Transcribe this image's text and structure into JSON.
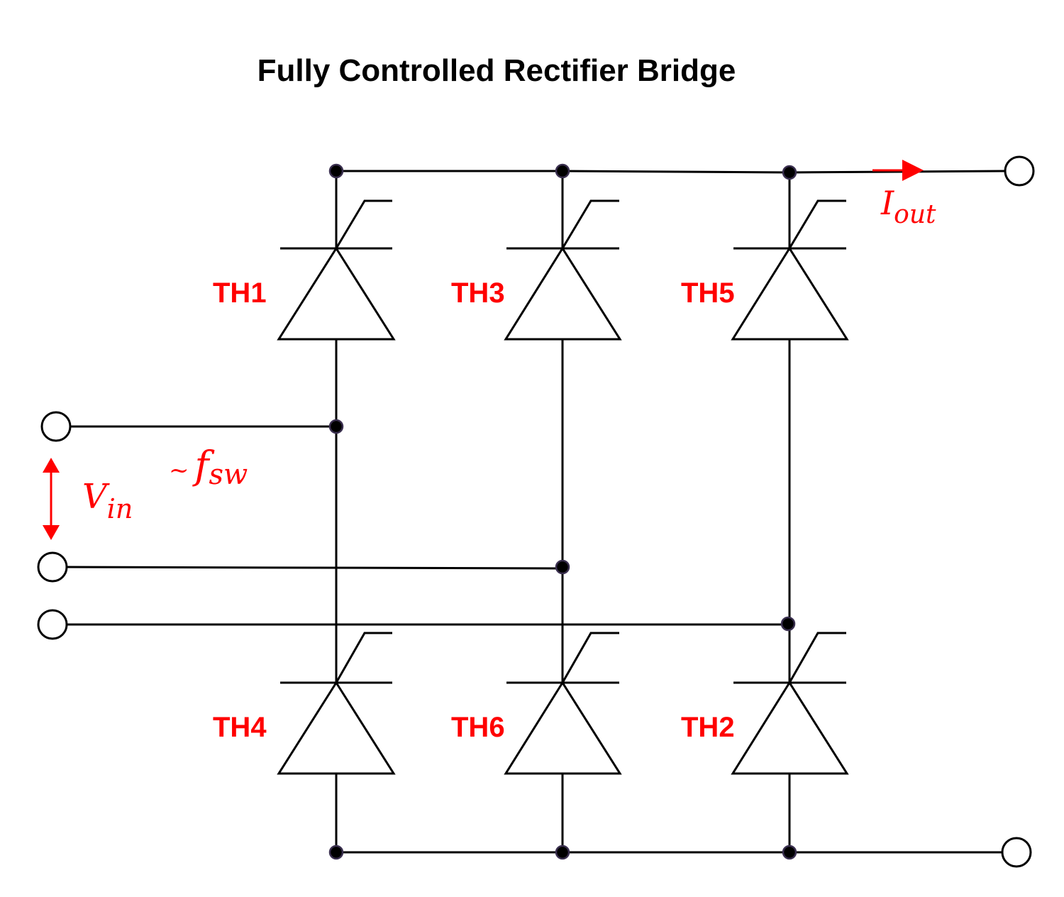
{
  "title": "Fully Controlled Rectifier Bridge",
  "colors": {
    "wire": "#000000",
    "label": "#ff0000",
    "node": "#000000",
    "terminal_fill": "#ffffff"
  },
  "thyristors": {
    "th1": "TH1",
    "th3": "TH3",
    "th5": "TH5",
    "th4": "TH4",
    "th6": "TH6",
    "th2": "TH2"
  },
  "output_current": {
    "symbol": "I",
    "subscript": "out"
  },
  "input_voltage": {
    "symbol": "V",
    "subscript": "in"
  },
  "switching_frequency": {
    "prefix": "~",
    "symbol": "f",
    "subscript": "sw"
  }
}
